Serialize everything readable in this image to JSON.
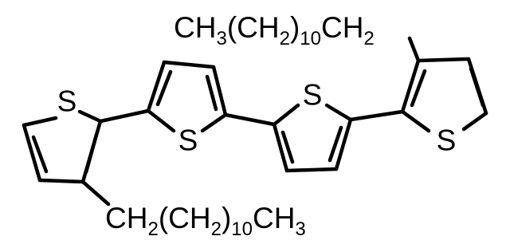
{
  "structure": {
    "atoms": {
      "s1": "S",
      "s2": "S",
      "s3": "S",
      "s4": "S"
    },
    "top_chain": {
      "p1": "CH",
      "p2": "3",
      "p3": "(CH",
      "p4": "2",
      "p5": ")",
      "p6": "10",
      "p7": "CH",
      "p8": "2"
    },
    "bottom_chain": {
      "p1": "CH",
      "p2": "2",
      "p3": "(CH",
      "p4": "2",
      "p5": ")",
      "p6": "10",
      "p7": "CH",
      "p8": "3"
    }
  }
}
